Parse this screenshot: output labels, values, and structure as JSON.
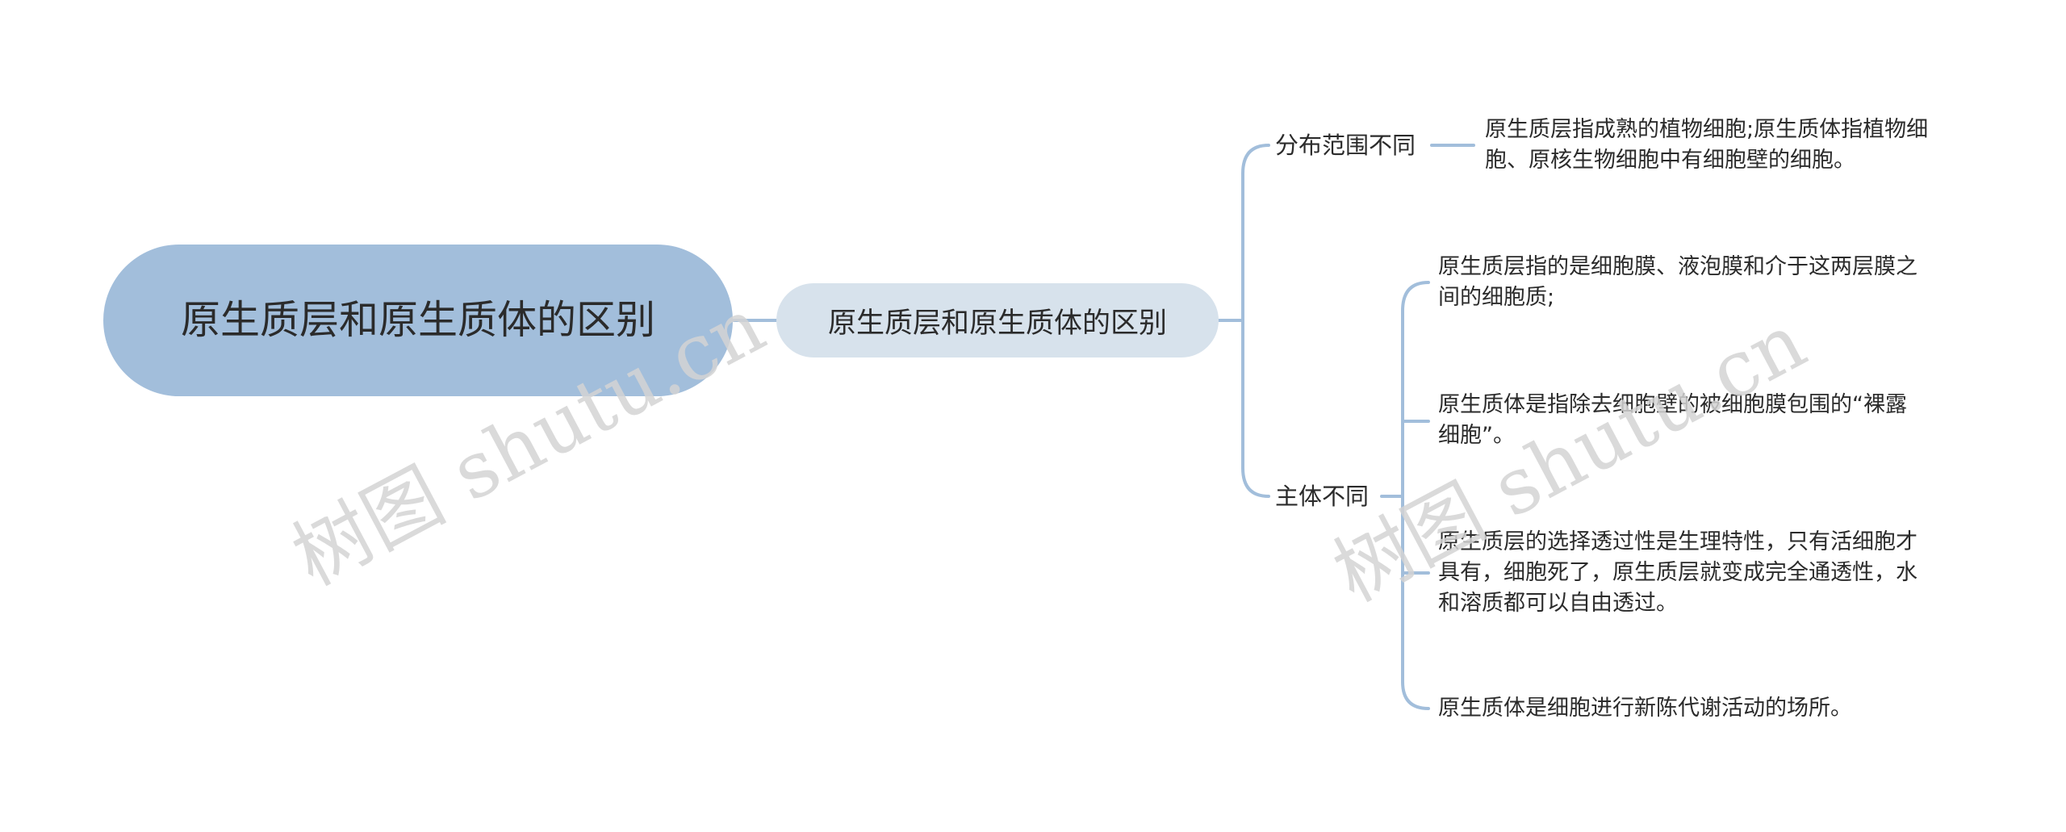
{
  "root": {
    "title": "原生质层和原生质体的区别"
  },
  "subtopic": {
    "title": "原生质层和原生质体的区别"
  },
  "branches": [
    {
      "label": "分布范围不同",
      "leaves": [
        "原生质层指成熟的植物细胞;原生质体指植物细胞、原核生物细胞中有细胞壁的细胞。"
      ]
    },
    {
      "label": "主体不同",
      "leaves": [
        "原生质层指的是细胞膜、液泡膜和介于这两层膜之间的细胞质;",
        "原生质体是指除去细胞壁的被细胞膜包围的“裸露细胞”。",
        "原生质层的选择透过性是生理特性，只有活细胞才具有，细胞死了，原生质层就变成完全通透性，水和溶质都可以自由透过。",
        "原生质体是细胞进行新陈代谢活动的场所。"
      ]
    }
  ],
  "watermarks": [
    "树图 shutu.cn",
    "树图 shutu.cn"
  ],
  "colors": {
    "root_fill": "#a2bedb",
    "subtopic_fill": "#d7e2ec",
    "connector": "#a2bedb"
  }
}
